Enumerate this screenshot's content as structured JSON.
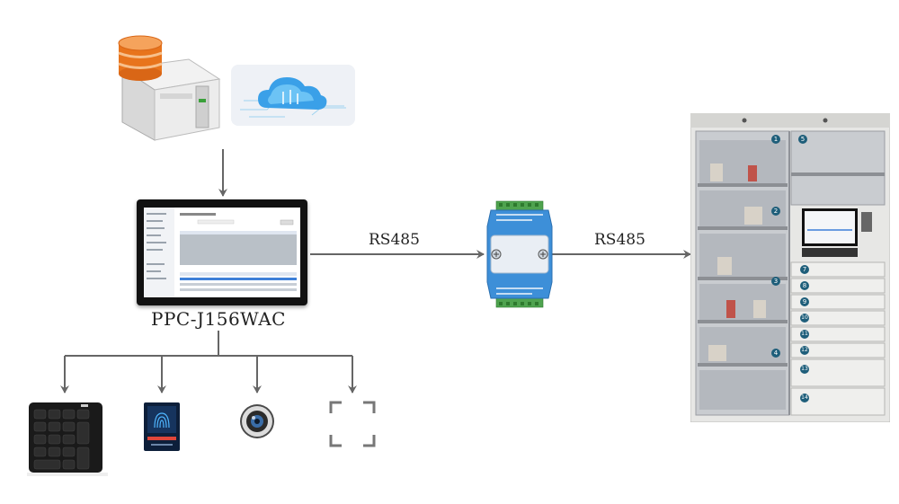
{
  "labels": {
    "device": "PPC-J156WAC",
    "link_left": "RS485",
    "link_right": "RS485"
  },
  "cabinet": {
    "left_numbers": [
      "1",
      "2",
      "3",
      "4"
    ],
    "right_top_number": "5",
    "drawer_numbers": [
      "7",
      "8",
      "9",
      "10",
      "11",
      "12",
      "13",
      "14"
    ]
  },
  "colors": {
    "arrow": "#666666",
    "module": "#3d8fd8",
    "terminal": "#4fa34f",
    "db_orange": "#e8741c",
    "screen_bezel": "#111111"
  },
  "icons": {
    "server": "server-database-icon",
    "cloud": "cloud-icon",
    "keypad": "numeric-keypad-icon",
    "fingerprint": "fingerprint-reader-icon",
    "camera": "camera-icon",
    "scanner": "scan-frame-icon",
    "module": "rs485-converter-module-icon",
    "cabinet": "smart-cabinet-icon"
  }
}
